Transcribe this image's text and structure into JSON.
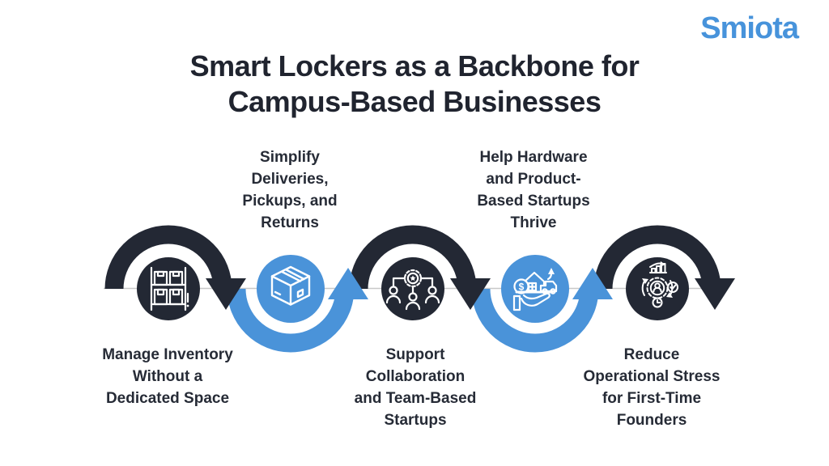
{
  "brand": {
    "logo_text": "Smiota"
  },
  "title": "Smart Lockers as a Backbone for\nCampus-Based Businesses",
  "colors": {
    "dark": "#232834",
    "blue": "#4A93D9",
    "line": "#C8C8C8",
    "title_text": "#20242F",
    "label_text": "#262B36",
    "icon_stroke": "#FFFFFF"
  },
  "steps": [
    {
      "id": 1,
      "label": "Manage Inventory\nWithout a\nDedicated Space",
      "label_position": "below",
      "circle_color": "dark",
      "icon": "inventory-rack-icon"
    },
    {
      "id": 2,
      "label": "Simplify\nDeliveries,\nPickups, and\nReturns",
      "label_position": "above",
      "circle_color": "blue",
      "icon": "package-box-icon"
    },
    {
      "id": 3,
      "label": "Support\nCollaboration\nand Team-Based\nStartups",
      "label_position": "below",
      "circle_color": "dark",
      "icon": "team-gear-icon"
    },
    {
      "id": 4,
      "label": "Help Hardware\nand Product-\nBased Startups\nThrive",
      "label_position": "above",
      "circle_color": "blue",
      "icon": "assets-hand-icon"
    },
    {
      "id": 5,
      "label": "Reduce\nOperational Stress\nfor First-Time\nFounders",
      "label_position": "below",
      "circle_color": "dark",
      "icon": "operations-gear-icon"
    }
  ]
}
